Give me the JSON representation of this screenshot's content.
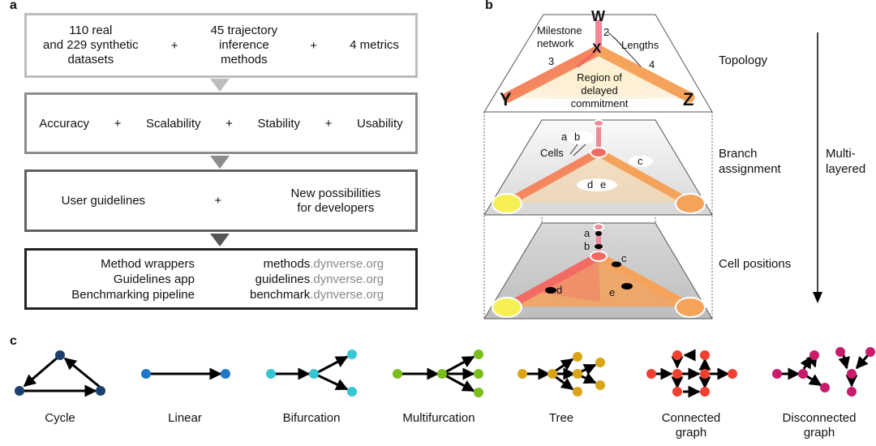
{
  "panels": {
    "a": "a",
    "b": "b",
    "c": "c"
  },
  "panel_a": {
    "box1": {
      "item1": "110 real\nand 229 synthetic\ndatasets",
      "item2": "45 trajectory\ninference\nmethods",
      "item3": "4 metrics",
      "plus": "+"
    },
    "box2": {
      "items": [
        "Accuracy",
        "Scalability",
        "Stability",
        "Usability"
      ],
      "plus": "+"
    },
    "box3": {
      "item1": "User guidelines",
      "item2": "New possibilities\nfor developers",
      "plus": "+"
    },
    "box4": {
      "left": [
        "Method wrappers",
        "Guidelines app",
        "Benchmarking pipeline"
      ],
      "right": [
        {
          "prefix": "methods",
          "suffix": ".dynverse.org"
        },
        {
          "prefix": "guidelines",
          "suffix": ".dynverse.org"
        },
        {
          "prefix": "benchmark",
          "suffix": ".dynverse.org"
        }
      ]
    }
  },
  "panel_b": {
    "layers": [
      "Topology",
      "Branch\nassignment",
      "Cell positions"
    ],
    "side_label": "Multi-\nlayered",
    "annotations": {
      "milestone": "Milestone\nnetwork",
      "lengths": "Lengths",
      "region": "Region of\ndelayed commitment",
      "cells": "Cells",
      "len2": "2",
      "len3": "3",
      "len4": "4",
      "W": "W",
      "X": "X",
      "Y": "Y",
      "Z": "Z",
      "a": "a",
      "b": "b",
      "c": "c",
      "d": "d",
      "e": "e"
    }
  },
  "panel_c": {
    "types": [
      "Cycle",
      "Linear",
      "Bifurcation",
      "Multifurcation",
      "Tree",
      "Connected\ngraph",
      "Disconnected\ngraph"
    ]
  },
  "colors": {
    "cycle": "#1c3f6e",
    "linear": "#1f77c9",
    "bifurcation": "#36c6d3",
    "multifurcation": "#7cbd1e",
    "tree": "#d9a516",
    "connected": "#f0402f",
    "disconnected": "#c81c6a"
  }
}
